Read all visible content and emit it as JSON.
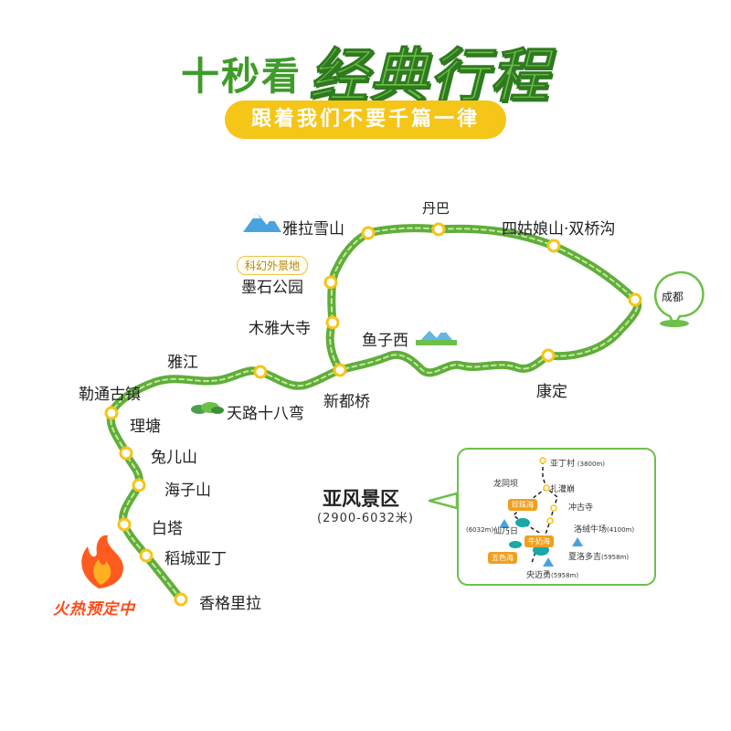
{
  "header": {
    "title_plain": "十秒看",
    "title_bold": "经典行程",
    "subtitle": "跟着我们不要千篇一律"
  },
  "route": {
    "stops": {
      "chengdu": "成都",
      "kangding": "康定",
      "xinduqiao": "新都桥",
      "sigunian": "四姑娘山·双桥沟",
      "danba": "丹巴",
      "yalaxueshan": "雅拉雪山",
      "moshi": "墨石公园",
      "muya": "木雅大寺",
      "yuzixi": "鱼子西",
      "yajiang": "雅江",
      "tianlu": "天路十八弯",
      "lei_vertical": "勒通古镇",
      "litang": "理塘",
      "tuershan": "兔儿山",
      "haizishan": "海子山",
      "baita": "白塔",
      "daocheng": "稻城亚丁",
      "xianggelila": "香格里拉"
    },
    "moshi_tag": "科幻外景地",
    "hot_label": "火热预定中"
  },
  "inset": {
    "title": "亚风景区",
    "range": "(2900-6032米)",
    "points": {
      "yading": "亚丁村",
      "yading_alt": "(3800m)",
      "longtongba": "龙同坝",
      "zhaguanbeng": "扎灌崩",
      "zhenzhuhai": "珍珠海",
      "chonggusi": "冲古寺",
      "xiannairi_alt": "(6032m)",
      "xiannairi": "仙乃日",
      "luorong": "洛绒牛场",
      "luorong_alt": "(4100m)",
      "niunaihai": "牛奶海",
      "wusehai": "五色海",
      "xialuoduoji": "夏洛多吉",
      "xialuoduoji_alt": "(5958m)",
      "yangmaiyong": "央迈勇",
      "yangmaiyong_alt": "(5958m)"
    }
  },
  "colors": {
    "route_green": "#5fae3a",
    "route_dash": "#c8e6a0",
    "stop_yellow": "#f5c518",
    "title_green": "#6cc04a",
    "pill_yellow": "#f5c518",
    "hot_red": "#ff4a1a"
  },
  "icons": [
    "mountain-icon",
    "location-pin-icon",
    "flame-icon",
    "hill-icon"
  ]
}
